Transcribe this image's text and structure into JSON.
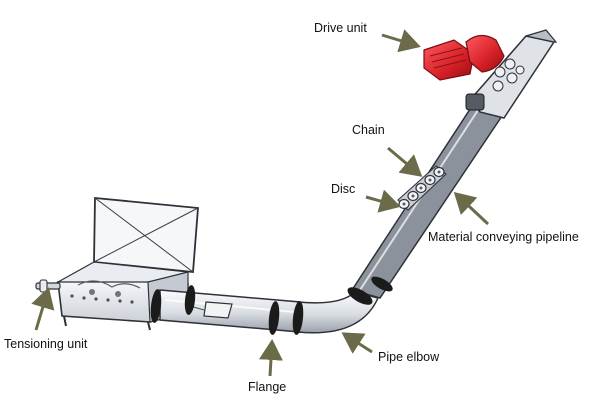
{
  "diagram": {
    "labels": {
      "drive_unit": "Drive unit",
      "chain": "Chain",
      "disc": "Disc",
      "material_conveying_pipeline": "Material conveying pipeline",
      "tensioning_unit": "Tensioning unit",
      "pipe_elbow": "Pipe elbow",
      "flange": "Flange"
    },
    "colors": {
      "arrow": "#6b6b4a",
      "drive_unit": "#d61f26",
      "pipe_light": "#eef0f4",
      "pipe_dark": "#9ca2ad",
      "outline": "#2e3138",
      "flange": "#1b1b1b"
    }
  }
}
